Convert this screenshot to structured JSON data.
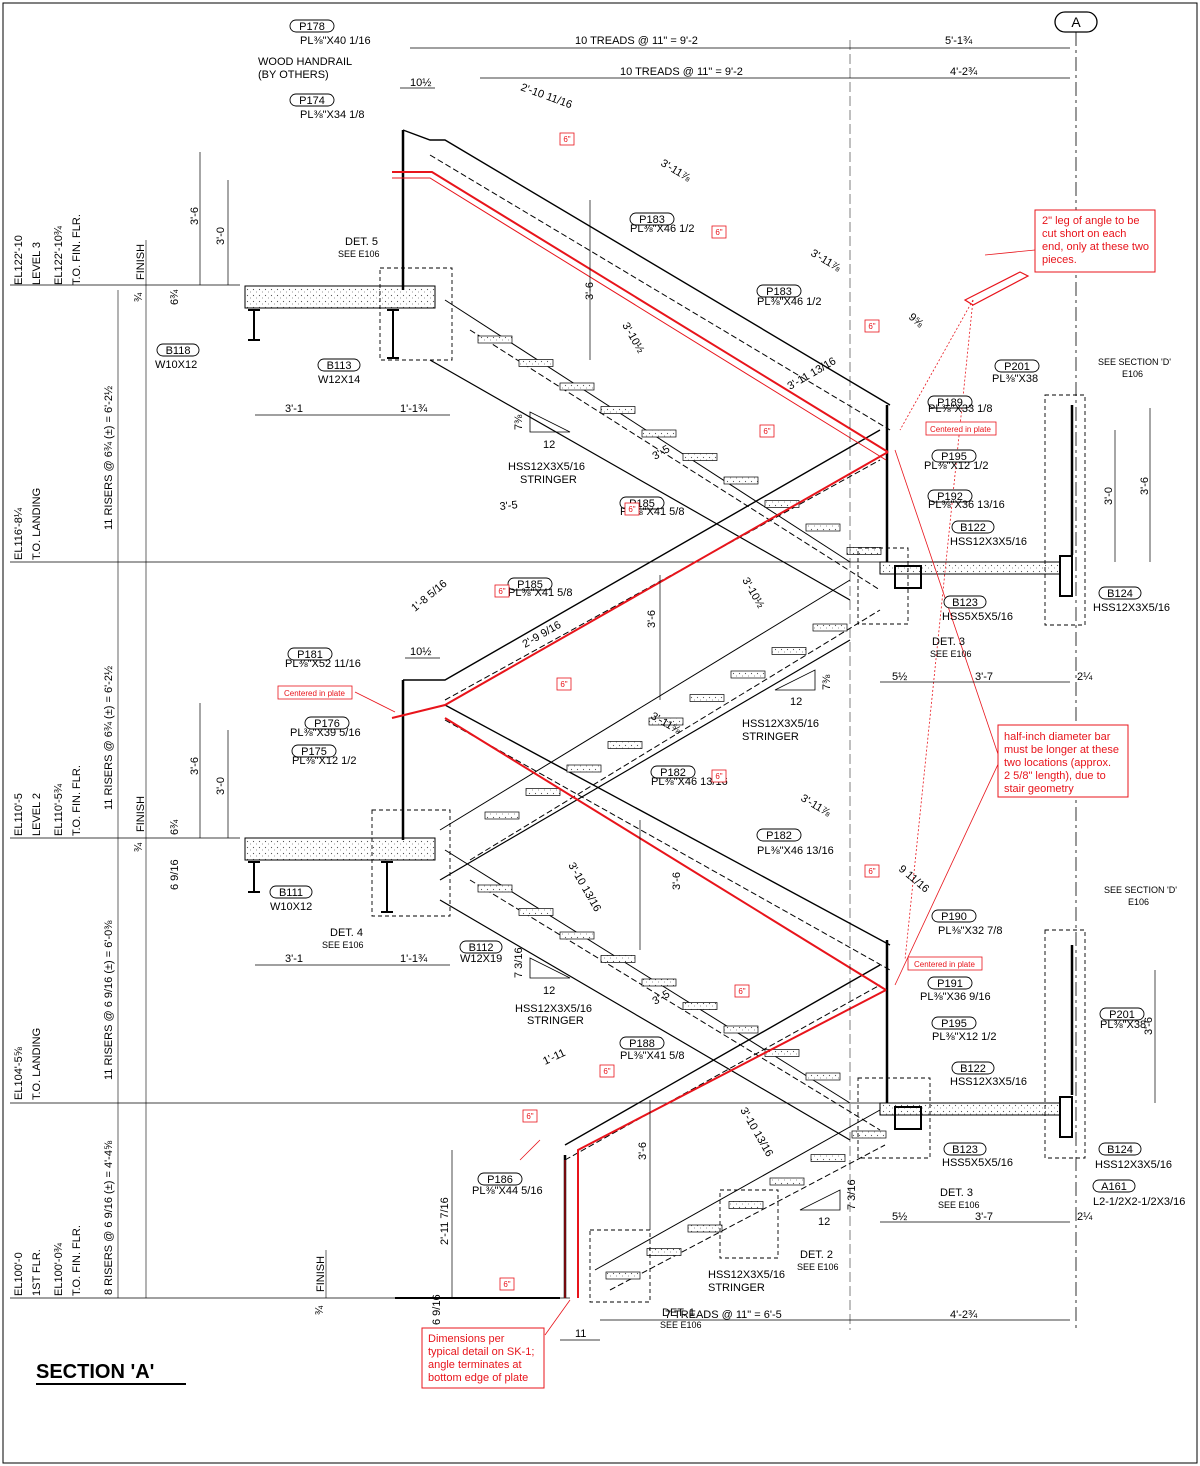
{
  "drawing": {
    "title": "SECTION 'A'",
    "grid_bubble": "A"
  },
  "dimensions_top": {
    "upper_treads": "10 TREADS @ 11\" = 9'-2",
    "upper_treads_2": "10 TREADS @ 11\" = 9'-2",
    "right_top": "5'-1¾",
    "right_top_2": "4'-2¾",
    "lower_treads": "7 TREADS @ 11\" = 6'-5",
    "lower_right": "4'-2¾",
    "d_10_1_2": "10½",
    "d_10_1_2_b": "10½",
    "d_2_10": "2'-10 11/16",
    "d_3_11_a": "3'-11⅞",
    "d_3_11_b": "3'-11⅞",
    "d_3_11_c": "3'-11⅞",
    "d_9_5_8": "9⅝",
    "d_9_11_16": "9 11/16",
    "d_3_6_a": "3'-6",
    "d_3_0_a": "3'-0",
    "d_3_6_b": "3'-6",
    "d_3_0_b": "3'-0",
    "d_3_6_right": "3'-6",
    "d_3_0_right": "3'-0",
    "d_3_6_right2": "3'-6",
    "d_3_1_a": "3'-1",
    "d_1_1_a": "1'-1¾",
    "d_3_1_b": "3'-1",
    "d_1_1_b": "1'-1¾",
    "d_3_5_a": "3'-5",
    "d_3_5_b": "3'-5",
    "d_3_5_c": "3'-5",
    "d_3_10_a": "3'-10½",
    "d_3_10_b": "3'-10½",
    "d_3_10_c": "3'-10 13/16",
    "d_3_10_d": "3'-10 13/16",
    "d_3_11_d": "3'-11⅝",
    "d_3_11_e": "3'-11 13/16",
    "d_1_8": "1'-8 5/16",
    "d_2_9": "2'-9 9/16",
    "d_1_11": "1'-11",
    "d_2_11": "2'-11 7/16",
    "d_3_7_a": "3'-7",
    "d_3_7_b": "3'-7",
    "d_5_1_2_a": "5½",
    "d_5_1_2_b": "5½",
    "d_2_1_4_a": "2¼",
    "d_2_1_4_b": "2¼",
    "d_11": "11",
    "d_6_3_4": "6¾",
    "d_6_3_4_b": "6¾",
    "d_3_4_a": "¾",
    "d_3_4_b": "¾",
    "d_3_4_c": "¾",
    "d_6_9_16_a": "6 9/16",
    "d_6_9_16_b": "6 9/16",
    "d_3_6_mid": "3'-6",
    "d_3_6_mid2": "3'-6",
    "d_3_6_mid3": "3'-6",
    "d_3_6_low": "3'-6"
  },
  "slope": {
    "rise_a": "7⅜",
    "run_a": "12",
    "rise_b": "7⅜",
    "run_b": "12",
    "rise_c": "7 3/16",
    "run_c": "12",
    "rise_d": "7 3/16",
    "run_d": "12"
  },
  "levels": {
    "l3_el": "EL122'-10",
    "l3_name": "LEVEL 3",
    "l3_fin": "EL122'-10¾",
    "l3_fin_name": "T.O. FIN. FLR.",
    "landing_u_el": "EL116'-8¼",
    "landing_u_name": "T.O. LANDING",
    "l2_el": "EL110'-5",
    "l2_name": "LEVEL 2",
    "l2_fin": "EL110'-5¾",
    "l2_fin_name": "T.O. FIN. FLR.",
    "landing_l_el": "EL104'-5⅝",
    "landing_l_name": "T.O. LANDING",
    "l1_el": "EL100'-0",
    "l1_name": "1ST FLR.",
    "l1_fin": "EL100'-0¾",
    "l1_fin_name": "T.O. FIN. FLR.",
    "finish_a": "FINISH",
    "finish_b": "FINISH",
    "finish_c": "FINISH",
    "risers_a": "11 RISERS @ 6¾ (±) = 6'-2½",
    "risers_b": "11 RISERS @ 6¾ (±) = 6'-2½",
    "risers_c": "11 RISERS @ 6 9/16 (±) = 6'-0⅜",
    "risers_d": "8 RISERS @ 6 9/16 (±) = 4'-4⅝"
  },
  "parts": [
    {
      "tag": "P178",
      "desc": "PL⅜\"X40 1/16"
    },
    {
      "tag": "P174",
      "desc": "PL⅜\"X34 1/8"
    },
    {
      "tag": "P183",
      "desc": "PL⅜\"X46 1/2"
    },
    {
      "tag": "P183",
      "desc": "PL⅜\"X46 1/2"
    },
    {
      "tag": "P189",
      "desc": "PL⅜\"X33 1/8"
    },
    {
      "tag": "P195",
      "desc": "PL⅜\"X12 1/2"
    },
    {
      "tag": "P192",
      "desc": "PL⅜\"X36 13/16"
    },
    {
      "tag": "P185",
      "desc": "PL⅜\"X41 5/8"
    },
    {
      "tag": "P185",
      "desc": "PL⅜\"X41 5/8"
    },
    {
      "tag": "P181",
      "desc": "PL⅜\"X52 11/16"
    },
    {
      "tag": "P176",
      "desc": "PL⅜\"X39 5/16"
    },
    {
      "tag": "P175",
      "desc": "PL⅜\"X12 1/2"
    },
    {
      "tag": "P182",
      "desc": "PL⅜\"X46 13/16"
    },
    {
      "tag": "P182",
      "desc": "PL⅜\"X46 13/16"
    },
    {
      "tag": "P190",
      "desc": "PL⅜\"X32 7/8"
    },
    {
      "tag": "P191",
      "desc": "PL⅜\"X36 9/16"
    },
    {
      "tag": "P195",
      "desc": "PL⅜\"X12 1/2"
    },
    {
      "tag": "P188",
      "desc": "PL⅜\"X41 5/8"
    },
    {
      "tag": "P186",
      "desc": "PL⅜\"X44 5/16"
    },
    {
      "tag": "P201",
      "desc": "PL⅜\"X38"
    },
    {
      "tag": "P201",
      "desc": "PL⅜\"X38"
    }
  ],
  "beams": [
    {
      "tag": "B118",
      "desc": "W10X12"
    },
    {
      "tag": "B113",
      "desc": "W12X14"
    },
    {
      "tag": "B122",
      "desc": "HSS12X3X5/16"
    },
    {
      "tag": "B123",
      "desc": "HSS5X5X5/16"
    },
    {
      "tag": "B124",
      "desc": "HSS12X3X5/16"
    },
    {
      "tag": "B111",
      "desc": "W10X12"
    },
    {
      "tag": "B112",
      "desc": "W12X19"
    },
    {
      "tag": "B122",
      "desc": "HSS12X3X5/16"
    },
    {
      "tag": "B123",
      "desc": "HSS5X5X5/16"
    },
    {
      "tag": "B124",
      "desc": "HSS12X3X5/16"
    },
    {
      "tag": "A161",
      "desc": "L2-1/2X2-1/2X3/16"
    }
  ],
  "notes": {
    "handrail_1": "WOOD HANDRAIL",
    "handrail_2": "(BY OTHERS)",
    "stringer_a1": "HSS12X3X5/16",
    "stringer_a2": "STRINGER",
    "stringer_b1": "HSS12X3X5/16",
    "stringer_b2": "STRINGER",
    "stringer_c1": "HSS12X3X5/16",
    "stringer_c2": "STRINGER",
    "stringer_d1": "HSS12X3X5/16",
    "stringer_d2": "STRINGER",
    "det5": "DET. 5",
    "det5_ref": "SEE E106",
    "det4": "DET. 4",
    "det4_ref": "SEE E106",
    "det3a": "DET. 3",
    "det3a_ref": "SEE E106",
    "det3b": "DET. 3",
    "det3b_ref": "SEE E106",
    "det2": "DET. 2",
    "det2_ref": "SEE E106",
    "det1": "DET. 1",
    "det1_ref": "SEE E106",
    "section_d1": "SEE SECTION 'D'",
    "section_d1_ref": "E106",
    "section_d2": "SEE SECTION 'D'",
    "section_d2_ref": "E106"
  },
  "redlines": {
    "angle_note": [
      "2\" leg of angle to be",
      "cut short on each",
      "end, only at these two",
      "pieces."
    ],
    "bar_note": [
      "half-inch diameter bar",
      "must be longer at these",
      "two locations (approx.",
      "2 5/8\" length), due to",
      "stair geometry"
    ],
    "dim_note": [
      "Dimensions per",
      "typical detail on SK-1;",
      "angle terminates at",
      "bottom edge of plate"
    ],
    "centered_1": "Centered in plate",
    "centered_2": "Centered in plate",
    "centered_3": "Centered in plate",
    "six_in": "6\""
  }
}
